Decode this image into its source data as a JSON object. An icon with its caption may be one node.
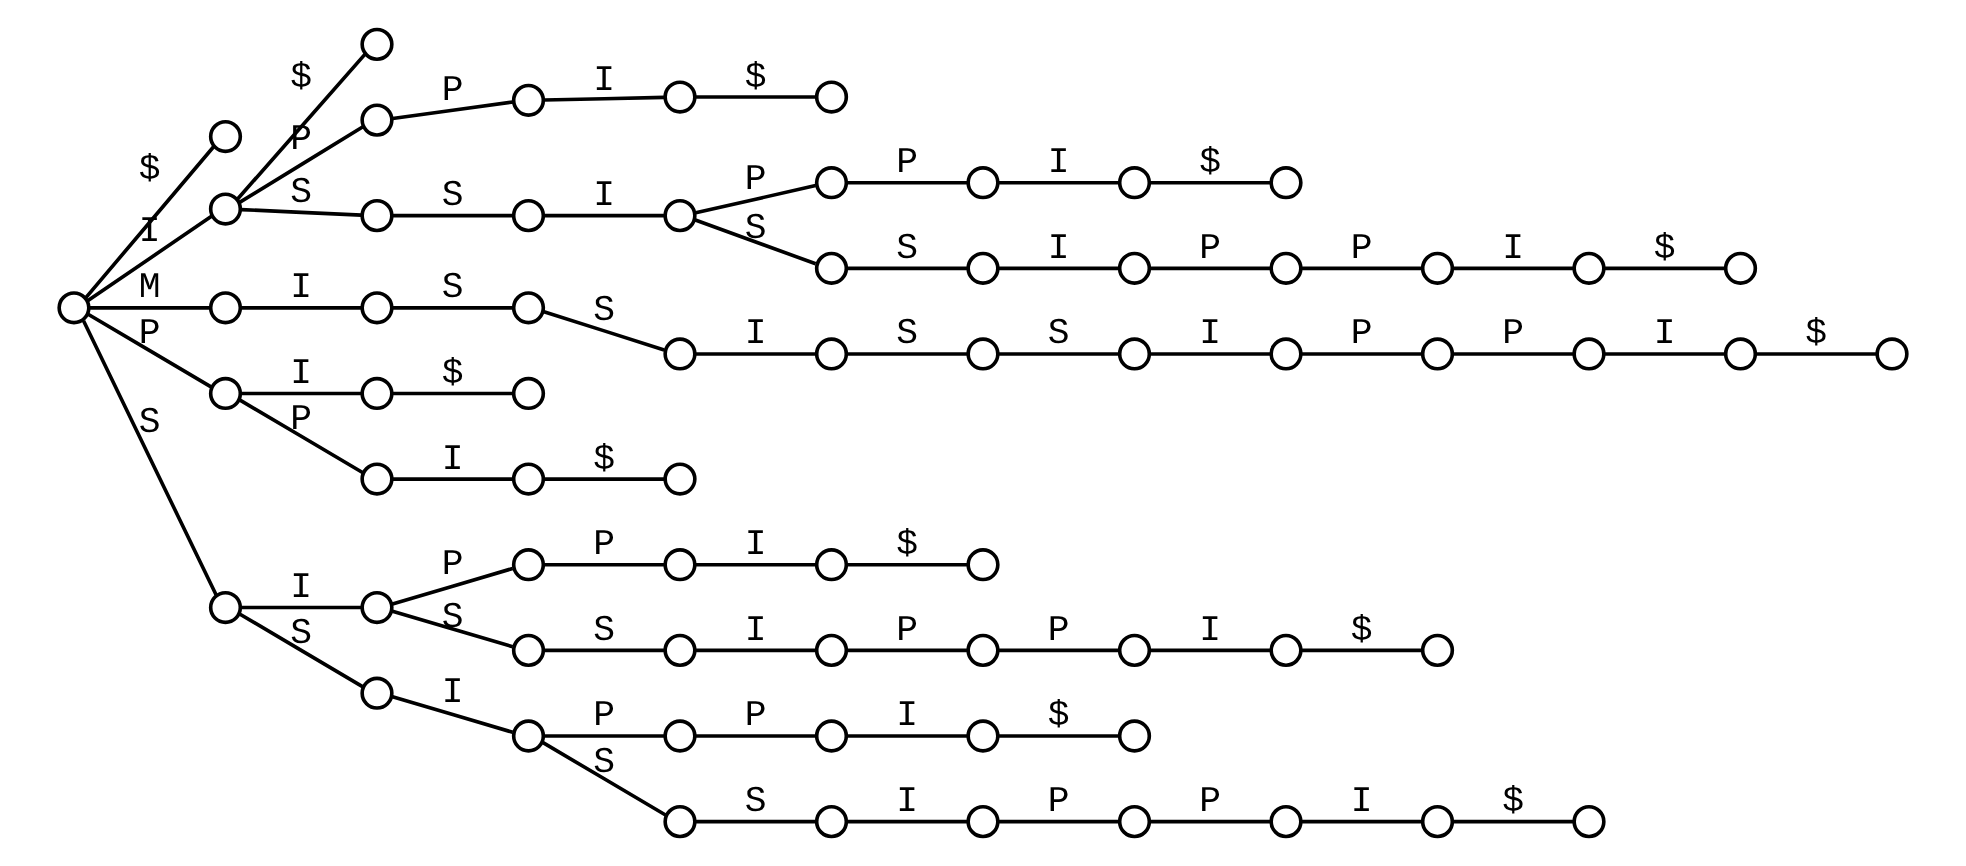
{
  "diagram": {
    "nodes": [
      {
        "text": [],
        "shape": "circle"
      },
      {
        "text": [],
        "shape": "circle"
      },
      {
        "text": [],
        "shape": "circle"
      },
      {
        "text": [],
        "shape": "circle"
      },
      {
        "text": [],
        "shape": "circle"
      },
      {
        "text": [],
        "shape": "circle"
      },
      {
        "text": [],
        "shape": "circle"
      },
      {
        "text": [],
        "shape": "circle"
      },
      {
        "text": [],
        "shape": "circle"
      },
      {
        "text": [],
        "shape": "circle"
      },
      {
        "text": [],
        "shape": "circle"
      },
      {
        "text": [],
        "shape": "circle"
      },
      {
        "text": [],
        "shape": "circle"
      },
      {
        "text": [],
        "shape": "circle"
      },
      {
        "text": [],
        "shape": "circle"
      },
      {
        "text": [],
        "shape": "circle"
      },
      {
        "text": [],
        "shape": "circle"
      },
      {
        "text": [],
        "shape": "circle"
      },
      {
        "text": [],
        "shape": "circle"
      },
      {
        "text": [],
        "shape": "circle"
      },
      {
        "text": [],
        "shape": "circle"
      },
      {
        "text": [],
        "shape": "circle"
      },
      {
        "text": [],
        "shape": "circle"
      },
      {
        "text": [],
        "shape": "circle"
      },
      {
        "text": [],
        "shape": "circle"
      },
      {
        "text": [],
        "shape": "circle"
      },
      {
        "text": [],
        "shape": "circle"
      },
      {
        "text": [],
        "shape": "circle"
      },
      {
        "text": [],
        "shape": "circle"
      },
      {
        "text": [],
        "shape": "circle"
      },
      {
        "text": [],
        "shape": "circle"
      },
      {
        "text": [],
        "shape": "circle"
      },
      {
        "text": [],
        "shape": "circle"
      },
      {
        "text": [],
        "shape": "circle"
      },
      {
        "text": [],
        "shape": "circle"
      },
      {
        "text": [],
        "shape": "circle"
      },
      {
        "text": [],
        "shape": "circle"
      },
      {
        "text": [],
        "shape": "circle"
      },
      {
        "text": [],
        "shape": "circle"
      },
      {
        "text": [],
        "shape": "circle"
      },
      {
        "text": [],
        "shape": "circle"
      },
      {
        "text": [],
        "shape": "circle"
      },
      {
        "text": [],
        "shape": "circle"
      },
      {
        "text": [],
        "shape": "circle"
      },
      {
        "text": [],
        "shape": "circle"
      },
      {
        "text": [],
        "shape": "circle"
      },
      {
        "text": [],
        "shape": "circle"
      },
      {
        "text": [],
        "shape": "circle"
      },
      {
        "text": [],
        "shape": "circle"
      },
      {
        "text": [],
        "shape": "circle"
      },
      {
        "text": [],
        "shape": "circle"
      },
      {
        "text": [],
        "shape": "circle"
      },
      {
        "text": [],
        "shape": "circle"
      },
      {
        "text": [],
        "shape": "circle"
      },
      {
        "text": [],
        "shape": "circle"
      },
      {
        "text": [],
        "shape": "circle"
      },
      {
        "text": [],
        "shape": "circle"
      },
      {
        "text": [],
        "shape": "circle"
      },
      {
        "text": [],
        "shape": "circle"
      },
      {
        "text": [],
        "shape": "circle"
      },
      {
        "text": [],
        "shape": "circle"
      },
      {
        "text": [],
        "shape": "circle"
      },
      {
        "text": [],
        "shape": "circle"
      },
      {
        "text": [],
        "shape": "circle"
      },
      {
        "text": [],
        "shape": "circle"
      },
      {
        "text": [],
        "shape": "circle"
      }
    ],
    "edges": [
      {
        "from": 0,
        "to": 1,
        "arrow": "none",
        "label": "$"
      },
      {
        "from": 0,
        "to": 2,
        "arrow": "none",
        "label": "I"
      },
      {
        "from": 2,
        "to": 3,
        "arrow": "none",
        "label": "$"
      },
      {
        "from": 2,
        "to": 4,
        "arrow": "none",
        "label": "P"
      },
      {
        "from": 4,
        "to": 5,
        "arrow": "none",
        "label": "P"
      },
      {
        "from": 5,
        "to": 6,
        "arrow": "none",
        "label": "I"
      },
      {
        "from": 6,
        "to": 7,
        "arrow": "none",
        "label": "$"
      },
      {
        "from": 2,
        "to": 8,
        "arrow": "none",
        "label": "S"
      },
      {
        "from": 8,
        "to": 9,
        "arrow": "none",
        "label": "S"
      },
      {
        "from": 9,
        "to": 10,
        "arrow": "none",
        "label": "I"
      },
      {
        "from": 10,
        "to": 11,
        "arrow": "none",
        "label": "P"
      },
      {
        "from": 11,
        "to": 12,
        "arrow": "none",
        "label": "P"
      },
      {
        "from": 12,
        "to": 13,
        "arrow": "none",
        "label": "I"
      },
      {
        "from": 13,
        "to": 14,
        "arrow": "none",
        "label": "$"
      },
      {
        "from": 10,
        "to": 15,
        "arrow": "none",
        "label": "S"
      },
      {
        "from": 15,
        "to": 16,
        "arrow": "none",
        "label": "S"
      },
      {
        "from": 16,
        "to": 17,
        "arrow": "none",
        "label": "I"
      },
      {
        "from": 17,
        "to": 18,
        "arrow": "none",
        "label": "P"
      },
      {
        "from": 18,
        "to": 19,
        "arrow": "none",
        "label": "P"
      },
      {
        "from": 19,
        "to": 20,
        "arrow": "none",
        "label": "I"
      },
      {
        "from": 20,
        "to": 21,
        "arrow": "none",
        "label": "$"
      },
      {
        "from": 0,
        "to": 22,
        "arrow": "none",
        "label": "M"
      },
      {
        "from": 22,
        "to": 23,
        "arrow": "none",
        "label": "I"
      },
      {
        "from": 23,
        "to": 24,
        "arrow": "none",
        "label": "S"
      },
      {
        "from": 24,
        "to": 25,
        "arrow": "none",
        "label": "S"
      },
      {
        "from": 25,
        "to": 26,
        "arrow": "none",
        "label": "I"
      },
      {
        "from": 26,
        "to": 27,
        "arrow": "none",
        "label": "S"
      },
      {
        "from": 27,
        "to": 28,
        "arrow": "none",
        "label": "S"
      },
      {
        "from": 28,
        "to": 29,
        "arrow": "none",
        "label": "I"
      },
      {
        "from": 29,
        "to": 30,
        "arrow": "none",
        "label": "P"
      },
      {
        "from": 30,
        "to": 31,
        "arrow": "none",
        "label": "P"
      },
      {
        "from": 31,
        "to": 32,
        "arrow": "none",
        "label": "I"
      },
      {
        "from": 32,
        "to": 33,
        "arrow": "none",
        "label": "$"
      },
      {
        "from": 0,
        "to": 34,
        "arrow": "none",
        "label": "P"
      },
      {
        "from": 34,
        "to": 35,
        "arrow": "none",
        "label": "I"
      },
      {
        "from": 35,
        "to": 36,
        "arrow": "none",
        "label": "$"
      },
      {
        "from": 34,
        "to": 37,
        "arrow": "none",
        "label": "P"
      },
      {
        "from": 37,
        "to": 38,
        "arrow": "none",
        "label": "I"
      },
      {
        "from": 38,
        "to": 39,
        "arrow": "none",
        "label": "$"
      },
      {
        "from": 0,
        "to": 40,
        "arrow": "none",
        "label": "S"
      },
      {
        "from": 40,
        "to": 41,
        "arrow": "none",
        "label": "I"
      },
      {
        "from": 41,
        "to": 42,
        "arrow": "none",
        "label": "P"
      },
      {
        "from": 42,
        "to": 43,
        "arrow": "none",
        "label": "P"
      },
      {
        "from": 43,
        "to": 44,
        "arrow": "none",
        "label": "I"
      },
      {
        "from": 44,
        "to": 45,
        "arrow": "none",
        "label": "$"
      },
      {
        "from": 41,
        "to": 46,
        "arrow": "none",
        "label": "S"
      },
      {
        "from": 46,
        "to": 47,
        "arrow": "none",
        "label": "S"
      },
      {
        "from": 47,
        "to": 48,
        "arrow": "none",
        "label": "I"
      },
      {
        "from": 48,
        "to": 49,
        "arrow": "none",
        "label": "P"
      },
      {
        "from": 49,
        "to": 50,
        "arrow": "none",
        "label": "P"
      },
      {
        "from": 50,
        "to": 51,
        "arrow": "none",
        "label": "I"
      },
      {
        "from": 51,
        "to": 52,
        "arrow": "none",
        "label": "$"
      },
      {
        "from": 40,
        "to": 53,
        "arrow": "none",
        "label": "S"
      },
      {
        "from": 53,
        "to": 54,
        "arrow": "none",
        "label": "I"
      },
      {
        "from": 54,
        "to": 55,
        "arrow": "none",
        "label": "P"
      },
      {
        "from": 55,
        "to": 56,
        "arrow": "none",
        "label": "P"
      },
      {
        "from": 56,
        "to": 57,
        "arrow": "none",
        "label": "I"
      },
      {
        "from": 57,
        "to": 58,
        "arrow": "none",
        "label": "$"
      },
      {
        "from": 54,
        "to": 59,
        "arrow": "none",
        "label": "S"
      },
      {
        "from": 59,
        "to": 60,
        "arrow": "none",
        "label": "S"
      },
      {
        "from": 60,
        "to": 61,
        "arrow": "none",
        "label": "I"
      },
      {
        "from": 61,
        "to": 62,
        "arrow": "none",
        "label": "P"
      },
      {
        "from": 62,
        "to": 63,
        "arrow": "none",
        "label": "P"
      },
      {
        "from": 63,
        "to": 64,
        "arrow": "none",
        "label": "I"
      },
      {
        "from": 64,
        "to": 65,
        "arrow": "none",
        "label": "$"
      }
    ]
  }
}
